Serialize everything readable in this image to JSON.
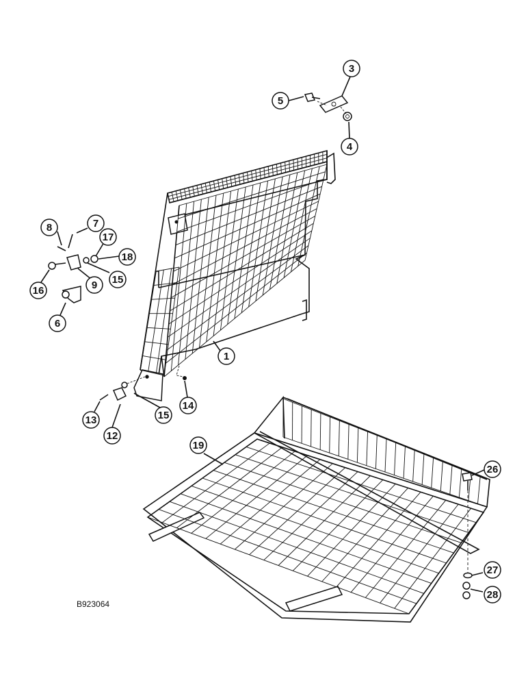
{
  "figure_code": "B923064",
  "callouts": [
    {
      "id": "c1",
      "label": "1"
    },
    {
      "id": "c3",
      "label": "3"
    },
    {
      "id": "c4",
      "label": "4"
    },
    {
      "id": "c5",
      "label": "5"
    },
    {
      "id": "c6",
      "label": "6"
    },
    {
      "id": "c7",
      "label": "7"
    },
    {
      "id": "c8",
      "label": "8"
    },
    {
      "id": "c9",
      "label": "9"
    },
    {
      "id": "c12",
      "label": "12"
    },
    {
      "id": "c13",
      "label": "13"
    },
    {
      "id": "c14",
      "label": "14"
    },
    {
      "id": "c15a",
      "label": "15"
    },
    {
      "id": "c15b",
      "label": "15"
    },
    {
      "id": "c16",
      "label": "16"
    },
    {
      "id": "c17",
      "label": "17"
    },
    {
      "id": "c18",
      "label": "18"
    },
    {
      "id": "c19",
      "label": "19"
    },
    {
      "id": "c26",
      "label": "26"
    },
    {
      "id": "c27",
      "label": "27"
    },
    {
      "id": "c28",
      "label": "28"
    }
  ]
}
